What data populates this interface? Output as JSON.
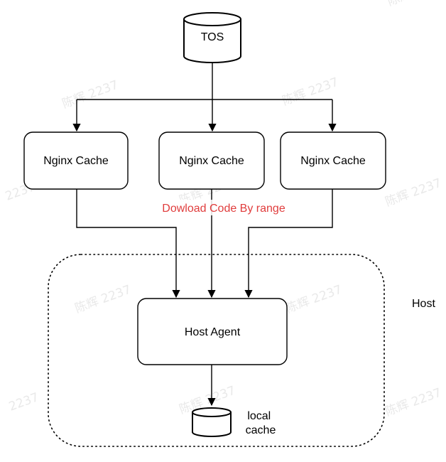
{
  "diagram": {
    "storage_label": "TOS",
    "cache_nodes": [
      {
        "label": "Nginx Cache"
      },
      {
        "label": "Nginx Cache"
      },
      {
        "label": "Nginx Cache"
      }
    ],
    "download_label": "Dowload Code By range",
    "agent_label": "Host Agent",
    "host_label": "Host",
    "local_cache_label_line1": "local",
    "local_cache_label_line2": "cache"
  },
  "watermark": {
    "name": "陈辉",
    "id": "2237"
  },
  "colors": {
    "stroke": "#000000",
    "download_label": "#e03c3c",
    "watermark": "#e9e9e9",
    "background": "#ffffff"
  }
}
